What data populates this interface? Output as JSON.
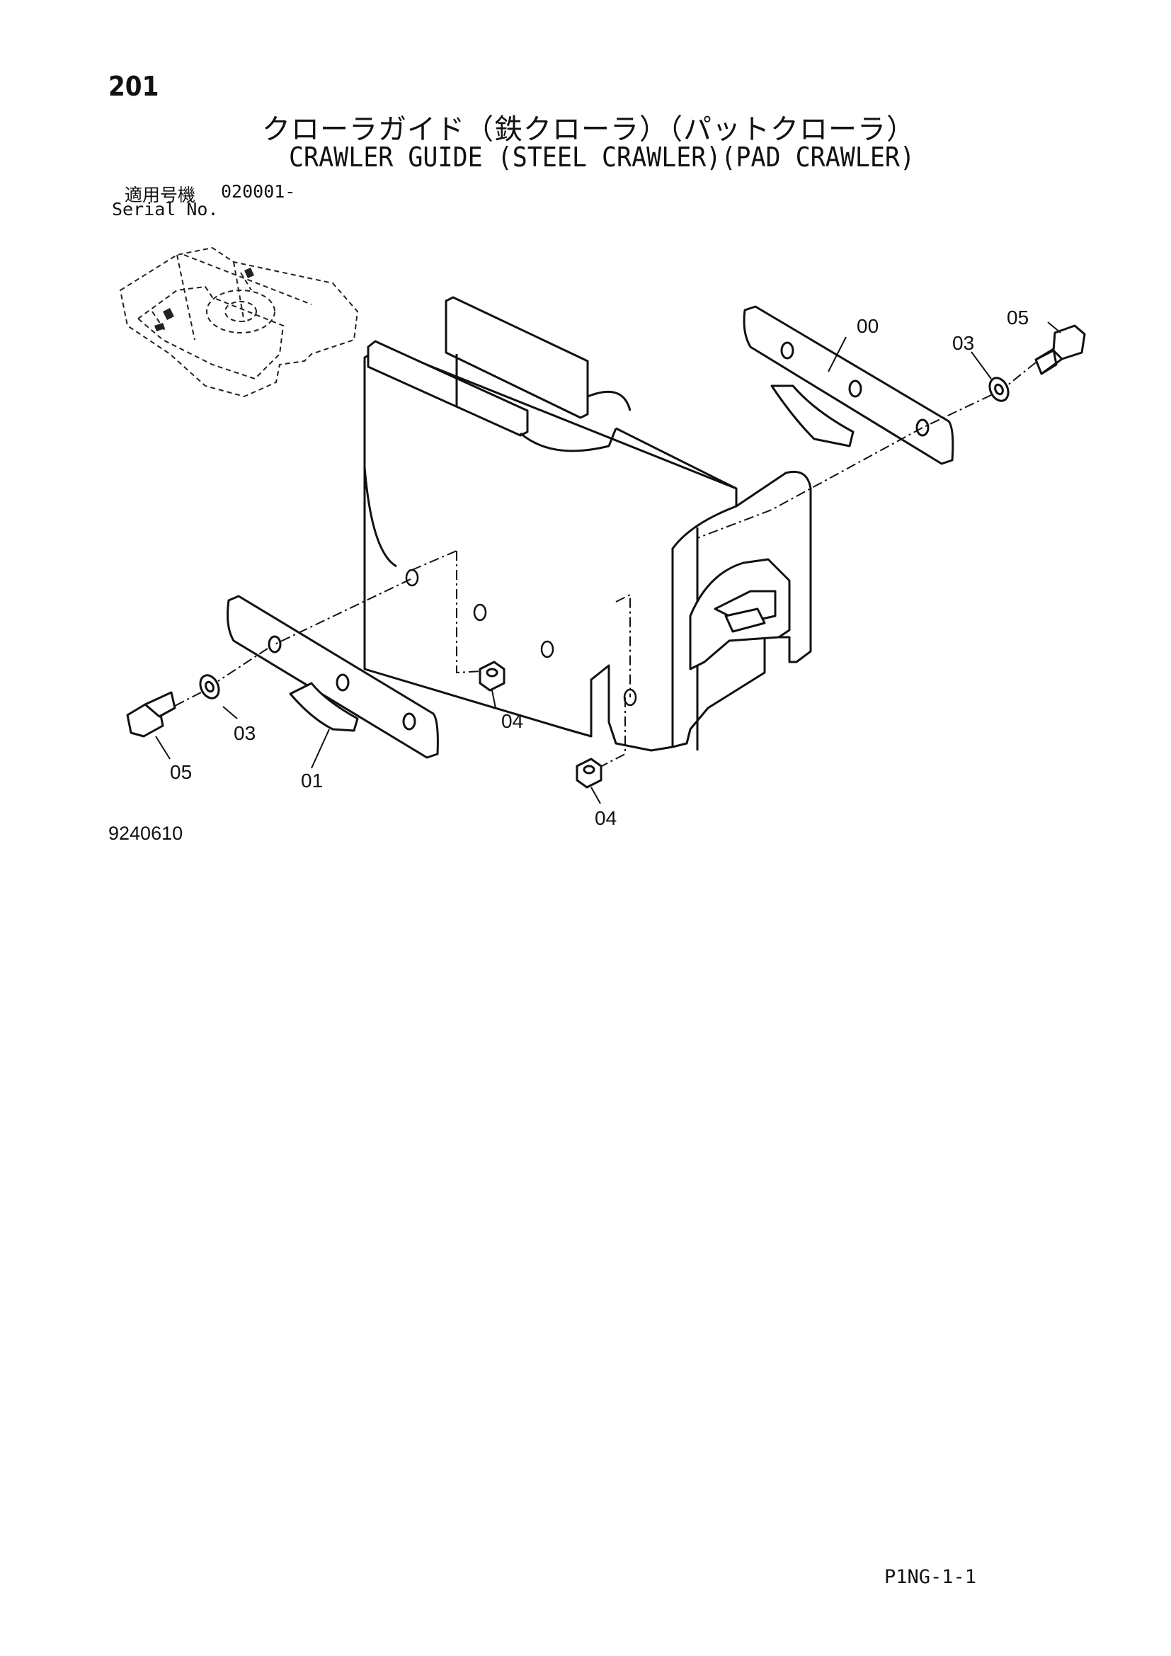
{
  "header": {
    "page_number": "201",
    "title_jp": "クローラガイド（鉄クローラ）（パットクローラ）",
    "title_en": "CRAWLER GUIDE (STEEL CRAWLER)(PAD CRAWLER)",
    "serial_label_jp": "適用号機",
    "serial_value": "020001-",
    "serial_label_en": "Serial No."
  },
  "callouts": {
    "part_00": "00",
    "part_01": "01",
    "part_03_right": "03",
    "part_03_left": "03",
    "part_04_center": "04",
    "part_04_bottom": "04",
    "part_05_right": "05",
    "part_05_left": "05"
  },
  "drawing_number": "9240610",
  "footer": {
    "code": "P1NG-1-1"
  }
}
